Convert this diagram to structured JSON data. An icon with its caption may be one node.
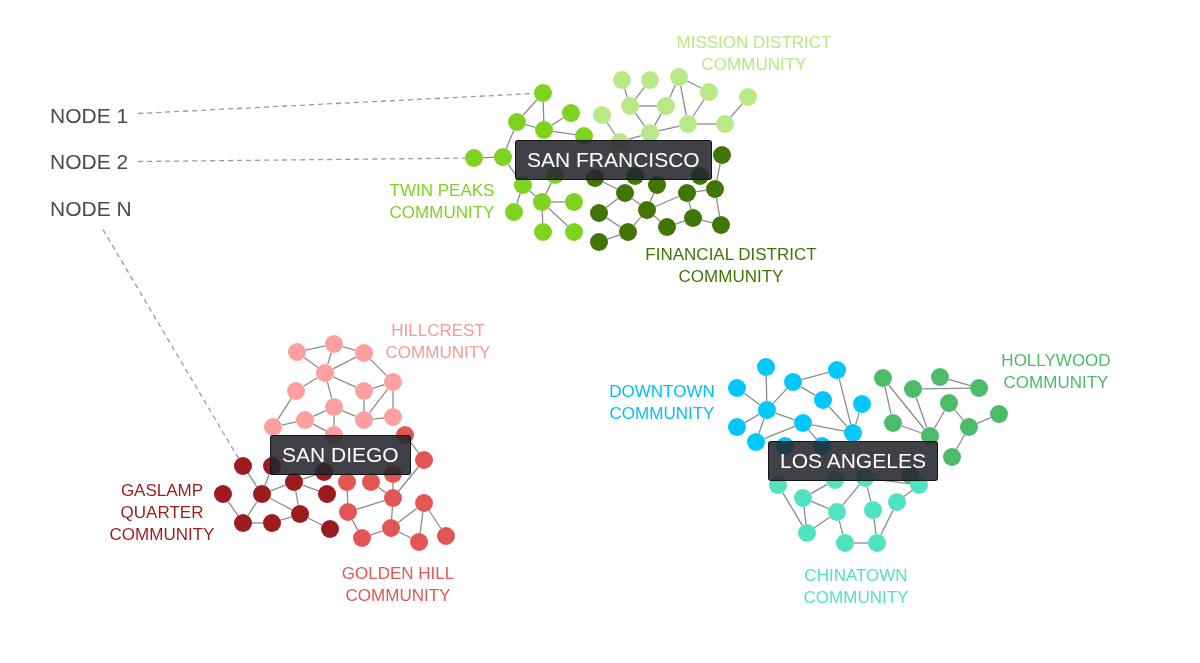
{
  "diagram": {
    "nodes": [
      {
        "text": [
          "NODE 1"
        ]
      },
      {
        "text": [
          "NODE 2"
        ]
      },
      {
        "text": [
          "NODE N"
        ]
      },
      {
        "text": [
          "SAN FRANCISCO"
        ]
      },
      {
        "text": [],
        "shape": "circle"
      },
      {
        "text": [],
        "shape": "circle"
      },
      {
        "text": [],
        "shape": "circle"
      },
      {
        "text": [],
        "shape": "circle"
      },
      {
        "text": [],
        "shape": "circle"
      },
      {
        "text": [],
        "shape": "circle"
      },
      {
        "text": [],
        "shape": "circle"
      },
      {
        "text": [],
        "shape": "circle"
      },
      {
        "text": [],
        "shape": "circle"
      },
      {
        "text": [],
        "shape": "circle"
      },
      {
        "text": [],
        "shape": "circle"
      },
      {
        "text": [],
        "shape": "circle"
      },
      {
        "text": [],
        "shape": "circle"
      },
      {
        "text": [],
        "shape": "circle"
      },
      {
        "text": [],
        "shape": "circle"
      },
      {
        "text": [],
        "shape": "circle"
      },
      {
        "text": [],
        "shape": "circle"
      },
      {
        "text": [],
        "shape": "circle"
      },
      {
        "text": [],
        "shape": "circle"
      },
      {
        "text": [],
        "shape": "circle"
      },
      {
        "text": [],
        "shape": "circle"
      },
      {
        "text": [],
        "shape": "circle"
      },
      {
        "text": [],
        "shape": "circle"
      },
      {
        "text": [],
        "shape": "circle"
      },
      {
        "text": [],
        "shape": "circle"
      },
      {
        "text": [],
        "shape": "circle"
      },
      {
        "text": [],
        "shape": "circle"
      },
      {
        "text": [],
        "shape": "circle"
      },
      {
        "text": [],
        "shape": "circle"
      },
      {
        "text": [],
        "shape": "circle"
      },
      {
        "text": [],
        "shape": "circle"
      },
      {
        "text": [],
        "shape": "circle"
      },
      {
        "text": [],
        "shape": "circle"
      },
      {
        "text": [],
        "shape": "circle"
      },
      {
        "text": [],
        "shape": "circle"
      },
      {
        "text": [],
        "shape": "circle"
      },
      {
        "text": [],
        "shape": "circle"
      },
      {
        "text": [],
        "shape": "circle"
      },
      {
        "text": [],
        "shape": "circle"
      },
      {
        "text": [],
        "shape": "circle"
      },
      {
        "text": [
          "SAN DIEGO"
        ]
      },
      {
        "text": [],
        "shape": "circle"
      },
      {
        "text": [],
        "shape": "circle"
      },
      {
        "text": [],
        "shape": "circle"
      },
      {
        "text": [],
        "shape": "circle"
      },
      {
        "text": [],
        "shape": "circle"
      },
      {
        "text": [],
        "shape": "circle"
      },
      {
        "text": [],
        "shape": "circle"
      },
      {
        "text": [],
        "shape": "circle"
      },
      {
        "text": [],
        "shape": "circle"
      },
      {
        "text": [],
        "shape": "circle"
      },
      {
        "text": [],
        "shape": "circle"
      },
      {
        "text": [],
        "shape": "circle"
      },
      {
        "text": [],
        "shape": "circle"
      },
      {
        "text": [],
        "shape": "circle"
      },
      {
        "text": [],
        "shape": "circle"
      },
      {
        "text": [],
        "shape": "circle"
      },
      {
        "text": [],
        "shape": "circle"
      },
      {
        "text": [],
        "shape": "circle"
      },
      {
        "text": [],
        "shape": "circle"
      },
      {
        "text": [],
        "shape": "circle"
      },
      {
        "text": [],
        "shape": "circle"
      },
      {
        "text": [],
        "shape": "circle"
      },
      {
        "text": [],
        "shape": "circle"
      },
      {
        "text": [],
        "shape": "circle"
      },
      {
        "text": [],
        "shape": "circle"
      },
      {
        "text": [],
        "shape": "circle"
      },
      {
        "text": [],
        "shape": "circle"
      },
      {
        "text": [],
        "shape": "circle"
      },
      {
        "text": [],
        "shape": "circle"
      },
      {
        "text": [],
        "shape": "circle"
      },
      {
        "text": [],
        "shape": "circle"
      },
      {
        "text": [],
        "shape": "circle"
      },
      {
        "text": [],
        "shape": "circle"
      },
      {
        "text": [],
        "shape": "circle"
      },
      {
        "text": [],
        "shape": "circle"
      },
      {
        "text": [],
        "shape": "circle"
      },
      {
        "text": [
          "LOS ANGELES"
        ]
      },
      {
        "text": [],
        "shape": "circle"
      },
      {
        "text": [],
        "shape": "circle"
      },
      {
        "text": [],
        "shape": "circle"
      },
      {
        "text": [],
        "shape": "circle"
      },
      {
        "text": [],
        "shape": "circle"
      },
      {
        "text": [],
        "shape": "circle"
      },
      {
        "text": [],
        "shape": "circle"
      },
      {
        "text": [],
        "shape": "circle"
      },
      {
        "text": [],
        "shape": "circle"
      },
      {
        "text": [],
        "shape": "circle"
      },
      {
        "text": [],
        "shape": "circle"
      },
      {
        "text": [],
        "shape": "circle"
      },
      {
        "text": [],
        "shape": "circle"
      },
      {
        "text": [],
        "shape": "circle"
      },
      {
        "text": [],
        "shape": "circle"
      },
      {
        "text": [],
        "shape": "circle"
      },
      {
        "text": [],
        "shape": "circle"
      },
      {
        "text": [],
        "shape": "circle"
      },
      {
        "text": [],
        "shape": "circle"
      },
      {
        "text": [],
        "shape": "circle"
      },
      {
        "text": [],
        "shape": "circle"
      },
      {
        "text": [],
        "shape": "circle"
      },
      {
        "text": [],
        "shape": "circle"
      },
      {
        "text": [],
        "shape": "circle"
      },
      {
        "text": [],
        "shape": "circle"
      },
      {
        "text": [],
        "shape": "circle"
      },
      {
        "text": [],
        "shape": "circle"
      },
      {
        "text": [],
        "shape": "circle"
      },
      {
        "text": [],
        "shape": "circle"
      },
      {
        "text": [],
        "shape": "circle"
      },
      {
        "text": [],
        "shape": "circle"
      },
      {
        "text": [],
        "shape": "circle"
      },
      {
        "text": [],
        "shape": "circle"
      },
      {
        "text": [],
        "shape": "circle"
      },
      {
        "text": [],
        "shape": "circle"
      },
      {
        "text": [],
        "shape": "circle"
      }
    ],
    "edges": [
      {
        "from": 0,
        "to": 16,
        "arrow": "none",
        "style": "dashed"
      },
      {
        "from": 1,
        "to": 21,
        "arrow": "none",
        "style": "dashed"
      },
      {
        "from": 2,
        "to": 58,
        "arrow": "none",
        "style": "dashed"
      },
      {
        "from": 4,
        "to": 9,
        "arrow": "none"
      },
      {
        "from": 5,
        "to": 9,
        "arrow": "none"
      },
      {
        "from": 9,
        "to": 10,
        "arrow": "none"
      },
      {
        "from": 9,
        "to": 14,
        "arrow": "none"
      },
      {
        "from": 10,
        "to": 14,
        "arrow": "none"
      },
      {
        "from": 6,
        "to": 10,
        "arrow": "none"
      },
      {
        "from": 6,
        "to": 7,
        "arrow": "none"
      },
      {
        "from": 6,
        "to": 12,
        "arrow": "none"
      },
      {
        "from": 7,
        "to": 12,
        "arrow": "none"
      },
      {
        "from": 12,
        "to": 13,
        "arrow": "none"
      },
      {
        "from": 13,
        "to": 8,
        "arrow": "none"
      },
      {
        "from": 14,
        "to": 12,
        "arrow": "none"
      },
      {
        "from": 11,
        "to": 15,
        "arrow": "none"
      },
      {
        "from": 14,
        "to": 15,
        "arrow": "none"
      },
      {
        "from": 16,
        "to": 18,
        "arrow": "none"
      },
      {
        "from": 16,
        "to": 19,
        "arrow": "none"
      },
      {
        "from": 18,
        "to": 19,
        "arrow": "none"
      },
      {
        "from": 19,
        "to": 17,
        "arrow": "none"
      },
      {
        "from": 19,
        "to": 20,
        "arrow": "none"
      },
      {
        "from": 18,
        "to": 22,
        "arrow": "none"
      },
      {
        "from": 22,
        "to": 21,
        "arrow": "none"
      },
      {
        "from": 22,
        "to": 24,
        "arrow": "none"
      },
      {
        "from": 24,
        "to": 27,
        "arrow": "none"
      },
      {
        "from": 24,
        "to": 25,
        "arrow": "none"
      },
      {
        "from": 25,
        "to": 26,
        "arrow": "none"
      },
      {
        "from": 25,
        "to": 28,
        "arrow": "none"
      },
      {
        "from": 25,
        "to": 29,
        "arrow": "none"
      },
      {
        "from": 23,
        "to": 25,
        "arrow": "none"
      },
      {
        "from": 38,
        "to": 42,
        "arrow": "none"
      },
      {
        "from": 43,
        "to": 42,
        "arrow": "none"
      },
      {
        "from": 42,
        "to": 37,
        "arrow": "none"
      },
      {
        "from": 37,
        "to": 34,
        "arrow": "none"
      },
      {
        "from": 37,
        "to": 36,
        "arrow": "none"
      },
      {
        "from": 37,
        "to": 41,
        "arrow": "none"
      },
      {
        "from": 41,
        "to": 39,
        "arrow": "none"
      },
      {
        "from": 39,
        "to": 36,
        "arrow": "none"
      },
      {
        "from": 36,
        "to": 35,
        "arrow": "none"
      },
      {
        "from": 39,
        "to": 40,
        "arrow": "none"
      },
      {
        "from": 35,
        "to": 40,
        "arrow": "none"
      },
      {
        "from": 35,
        "to": 30,
        "arrow": "none"
      },
      {
        "from": 33,
        "to": 117,
        "arrow": "none"
      },
      {
        "from": 117,
        "to": 38,
        "arrow": "none"
      },
      {
        "from": 117,
        "to": 37,
        "arrow": "none"
      },
      {
        "from": 46,
        "to": 45,
        "arrow": "none"
      },
      {
        "from": 45,
        "to": 47,
        "arrow": "none"
      },
      {
        "from": 45,
        "to": 48,
        "arrow": "none"
      },
      {
        "from": 46,
        "to": 48,
        "arrow": "none"
      },
      {
        "from": 47,
        "to": 48,
        "arrow": "none"
      },
      {
        "from": 47,
        "to": 49,
        "arrow": "none"
      },
      {
        "from": 48,
        "to": 50,
        "arrow": "none"
      },
      {
        "from": 48,
        "to": 51,
        "arrow": "none"
      },
      {
        "from": 48,
        "to": 52,
        "arrow": "none"
      },
      {
        "from": 51,
        "to": 49,
        "arrow": "none"
      },
      {
        "from": 49,
        "to": 55,
        "arrow": "none"
      },
      {
        "from": 49,
        "to": 53,
        "arrow": "none"
      },
      {
        "from": 51,
        "to": 55,
        "arrow": "none"
      },
      {
        "from": 52,
        "to": 54,
        "arrow": "none"
      },
      {
        "from": 52,
        "to": 55,
        "arrow": "none"
      },
      {
        "from": 55,
        "to": 53,
        "arrow": "none"
      },
      {
        "from": 50,
        "to": 56,
        "arrow": "none"
      },
      {
        "from": 56,
        "to": 54,
        "arrow": "none"
      },
      {
        "from": 54,
        "to": 57,
        "arrow": "none"
      },
      {
        "from": 52,
        "to": 57,
        "arrow": "none"
      },
      {
        "from": 58,
        "to": 63,
        "arrow": "none"
      },
      {
        "from": 62,
        "to": 66,
        "arrow": "none"
      },
      {
        "from": 63,
        "to": 66,
        "arrow": "none"
      },
      {
        "from": 63,
        "to": 59,
        "arrow": "none"
      },
      {
        "from": 63,
        "to": 61,
        "arrow": "none"
      },
      {
        "from": 63,
        "to": 65,
        "arrow": "none"
      },
      {
        "from": 61,
        "to": 65,
        "arrow": "none"
      },
      {
        "from": 61,
        "to": 60,
        "arrow": "none"
      },
      {
        "from": 61,
        "to": 64,
        "arrow": "none"
      },
      {
        "from": 65,
        "to": 68,
        "arrow": "none"
      },
      {
        "from": 66,
        "to": 67,
        "arrow": "none"
      },
      {
        "from": 67,
        "to": 65,
        "arrow": "none"
      },
      {
        "from": 69,
        "to": 70,
        "arrow": "none"
      },
      {
        "from": 70,
        "to": 74,
        "arrow": "none"
      },
      {
        "from": 71,
        "to": 74,
        "arrow": "none"
      },
      {
        "from": 74,
        "to": 73,
        "arrow": "none"
      },
      {
        "from": 74,
        "to": 76,
        "arrow": "none"
      },
      {
        "from": 72,
        "to": 76,
        "arrow": "none"
      },
      {
        "from": 76,
        "to": 79,
        "arrow": "none"
      },
      {
        "from": 74,
        "to": 78,
        "arrow": "none"
      },
      {
        "from": 78,
        "to": 79,
        "arrow": "none"
      },
      {
        "from": 78,
        "to": 75,
        "arrow": "none"
      },
      {
        "from": 75,
        "to": 80,
        "arrow": "none"
      },
      {
        "from": 78,
        "to": 80,
        "arrow": "none"
      },
      {
        "from": 75,
        "to": 77,
        "arrow": "none"
      },
      {
        "from": 82,
        "to": 88,
        "arrow": "none"
      },
      {
        "from": 85,
        "to": 88,
        "arrow": "none"
      },
      {
        "from": 84,
        "to": 88,
        "arrow": "none"
      },
      {
        "from": 84,
        "to": 83,
        "arrow": "none"
      },
      {
        "from": 84,
        "to": 86,
        "arrow": "none"
      },
      {
        "from": 88,
        "to": 90,
        "arrow": "none"
      },
      {
        "from": 88,
        "to": 92,
        "arrow": "none"
      },
      {
        "from": 88,
        "to": 89,
        "arrow": "none"
      },
      {
        "from": 92,
        "to": 89,
        "arrow": "none"
      },
      {
        "from": 89,
        "to": 91,
        "arrow": "none"
      },
      {
        "from": 86,
        "to": 91,
        "arrow": "none"
      },
      {
        "from": 83,
        "to": 91,
        "arrow": "none"
      },
      {
        "from": 87,
        "to": 91,
        "arrow": "none"
      },
      {
        "from": 89,
        "to": 93,
        "arrow": "none"
      },
      {
        "from": 96,
        "to": 101,
        "arrow": "none"
      },
      {
        "from": 96,
        "to": 103,
        "arrow": "none"
      },
      {
        "from": 98,
        "to": 103,
        "arrow": "none"
      },
      {
        "from": 98,
        "to": 97,
        "arrow": "none"
      },
      {
        "from": 95,
        "to": 97,
        "arrow": "none"
      },
      {
        "from": 99,
        "to": 103,
        "arrow": "none"
      },
      {
        "from": 99,
        "to": 102,
        "arrow": "none"
      },
      {
        "from": 102,
        "to": 100,
        "arrow": "none"
      },
      {
        "from": 102,
        "to": 104,
        "arrow": "none"
      },
      {
        "from": 101,
        "to": 103,
        "arrow": "none"
      },
      {
        "from": 108,
        "to": 114,
        "arrow": "none"
      },
      {
        "from": 110,
        "to": 114,
        "arrow": "none"
      },
      {
        "from": 110,
        "to": 107,
        "arrow": "none"
      },
      {
        "from": 110,
        "to": 113,
        "arrow": "none"
      },
      {
        "from": 113,
        "to": 114,
        "arrow": "none"
      },
      {
        "from": 113,
        "to": 106,
        "arrow": "none"
      },
      {
        "from": 113,
        "to": 115,
        "arrow": "none"
      },
      {
        "from": 115,
        "to": 116,
        "arrow": "none"
      },
      {
        "from": 116,
        "to": 112,
        "arrow": "none"
      },
      {
        "from": 116,
        "to": 111,
        "arrow": "none"
      },
      {
        "from": 106,
        "to": 112,
        "arrow": "none"
      },
      {
        "from": 106,
        "to": 109,
        "arrow": "none"
      },
      {
        "from": 109,
        "to": 111,
        "arrow": "none"
      }
    ],
    "labels": [
      "MISSION DISTRICT COMMUNITY",
      "TWIN PEAKS COMMUNITY",
      "FINANCIAL DISTRICT COMMUNITY",
      "HILLCREST COMMUNITY",
      "HOLLYWOOD COMMUNITY",
      "DOWNTOWN COMMUNITY",
      "GASLAMP QUARTER COMMUNITY",
      "GOLDEN HILL COMMUNITY",
      "CHINATOWN COMMUNITY"
    ]
  }
}
